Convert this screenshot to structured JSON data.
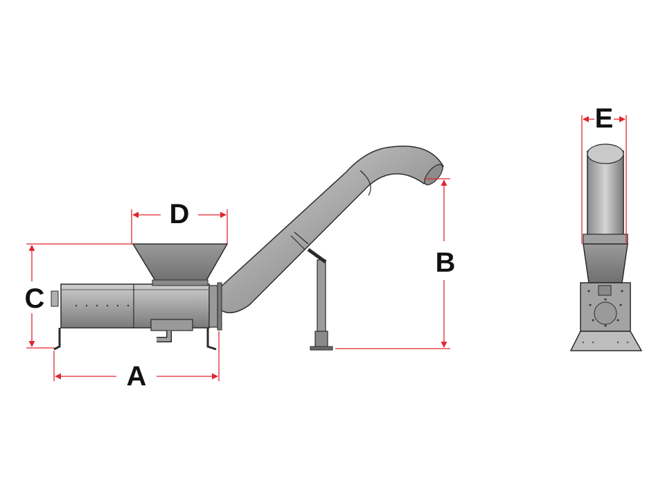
{
  "colors": {
    "dimension_line": "#e0262f",
    "metal_dark": "#7d7d7d",
    "metal_mid": "#a9a9a9",
    "metal_light": "#d0d0d0",
    "outline": "#2a2a2a",
    "label": "#111111"
  },
  "dimensions": {
    "A": "A",
    "B": "B",
    "C": "C",
    "D": "D",
    "E": "E"
  }
}
